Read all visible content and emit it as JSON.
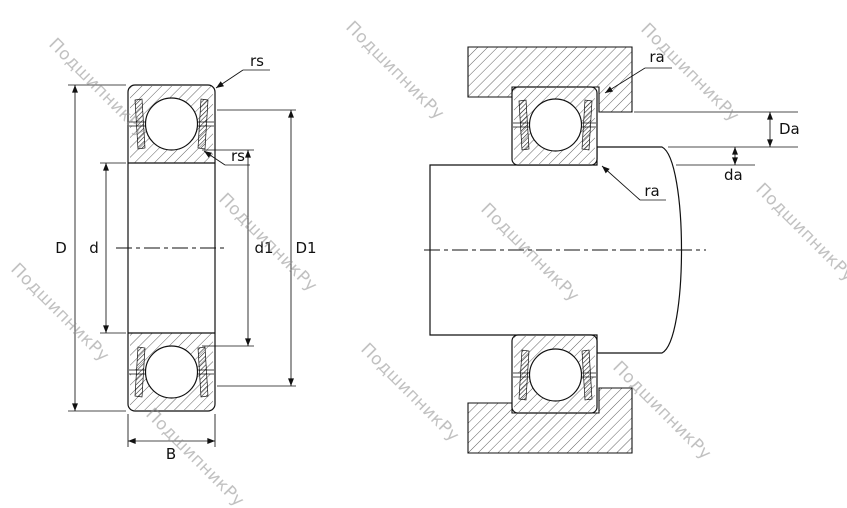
{
  "watermark": {
    "text": "ПодшипникРу"
  },
  "left_view": {
    "dims": {
      "chamfer_top": "rs",
      "chamfer_inner": "rs",
      "outer_diameter": "D",
      "bore_diameter": "d",
      "inner_shoulder_diameter": "d1",
      "outer_shoulder_diameter": "D1",
      "width": "B"
    }
  },
  "right_view": {
    "dims": {
      "fillet_housing": "ra",
      "fillet_shaft": "ra",
      "housing_abutment_diameter": "Da",
      "shaft_abutment_diameter": "da"
    }
  }
}
